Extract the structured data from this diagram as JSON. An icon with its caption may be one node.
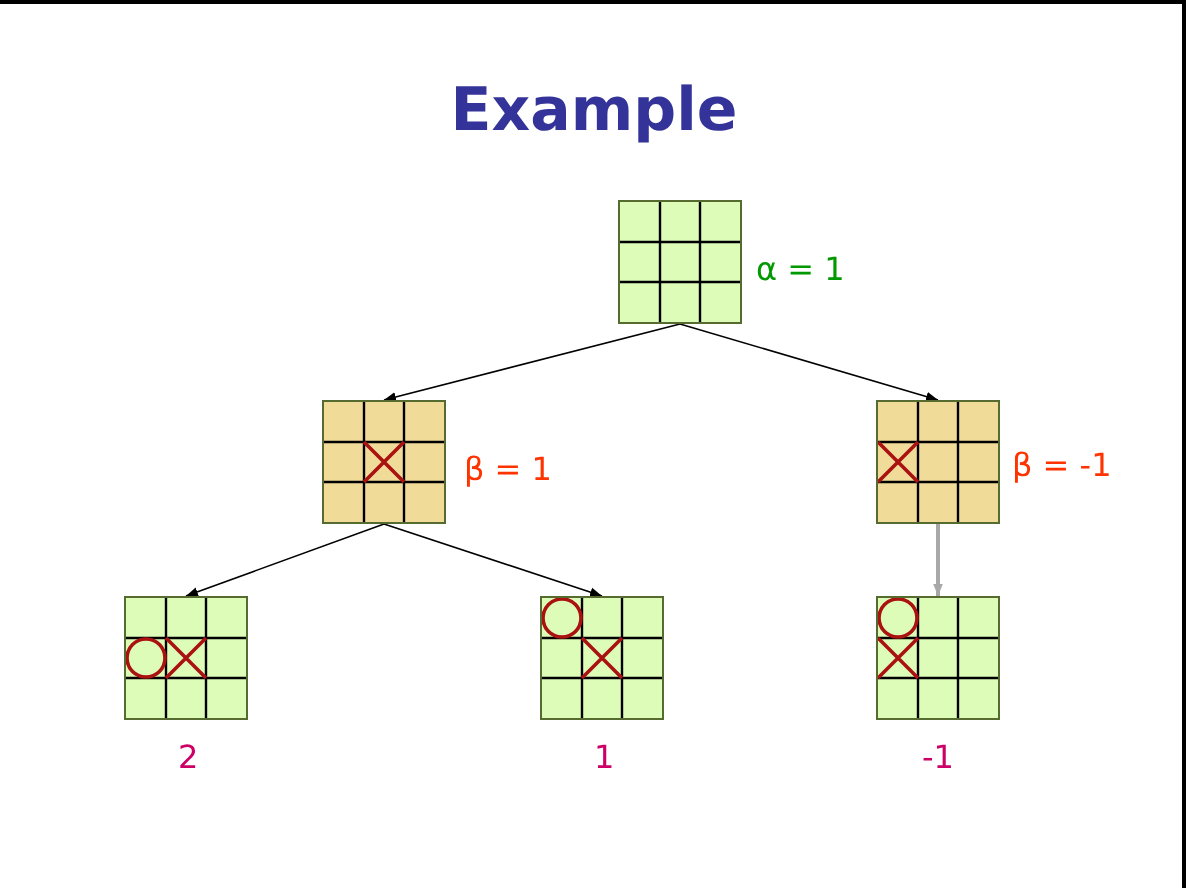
{
  "diagram": {
    "title": "Example",
    "nodes": [
      {
        "text": [],
        "shape": "picture",
        "beside": [
          "α = 1"
        ]
      },
      {
        "text": [],
        "shape": "picture",
        "beside": [
          "β = 1"
        ]
      },
      {
        "text": [],
        "shape": "picture",
        "beside": [
          "β = -1"
        ]
      },
      {
        "text": [],
        "shape": "picture",
        "beside": [
          "2"
        ]
      },
      {
        "text": [],
        "shape": "picture",
        "beside": [
          "1"
        ]
      },
      {
        "text": [],
        "shape": "picture",
        "beside": [
          "-1"
        ]
      }
    ],
    "edges": [
      {
        "from": 0,
        "to": 1,
        "arrow": "to"
      },
      {
        "from": 0,
        "to": 2,
        "arrow": "to"
      },
      {
        "from": 1,
        "to": 3,
        "arrow": "to"
      },
      {
        "from": 1,
        "to": 4,
        "arrow": "to"
      },
      {
        "from": 2,
        "to": 5,
        "arrow": "to",
        "color": "#a8a8a8"
      }
    ]
  }
}
